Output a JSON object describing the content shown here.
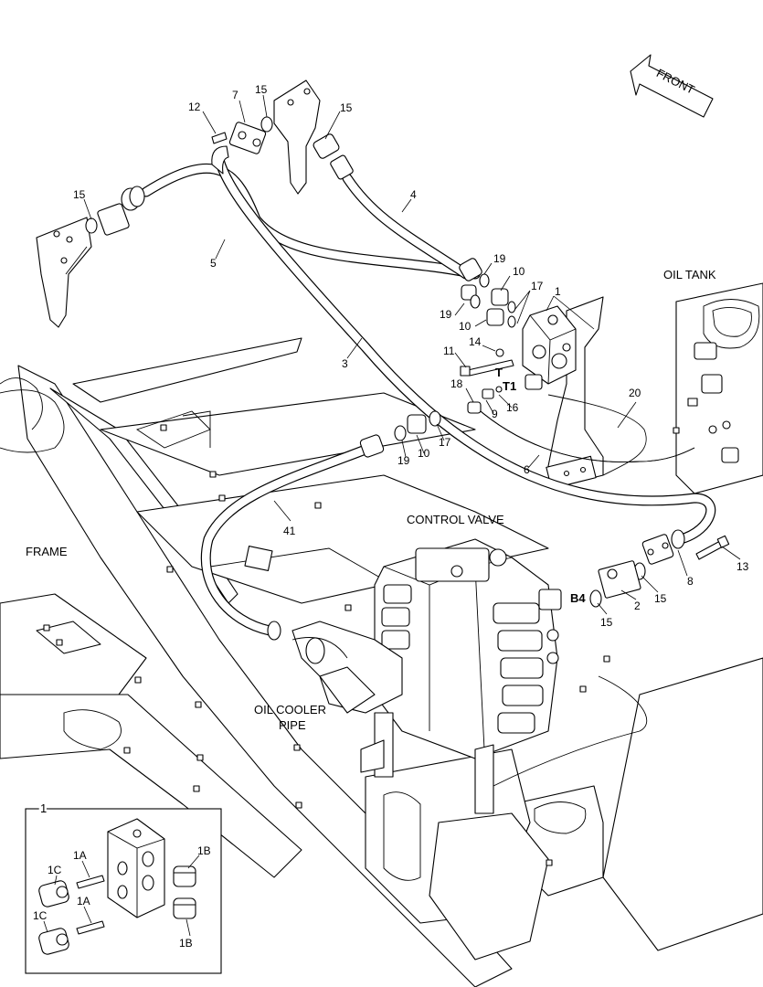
{
  "diagram": {
    "front_label": "FRONT",
    "callouts": {
      "c1": "1",
      "c2": "2",
      "c3": "3",
      "c4": "4",
      "c5": "5",
      "c6": "6",
      "c7": "7",
      "c8": "8",
      "c9": "9",
      "c10a": "10",
      "c10b": "10",
      "c10c": "10",
      "c11": "11",
      "c12": "12",
      "c13": "13",
      "c14": "14",
      "c15a": "15",
      "c15b": "15",
      "c15c": "15",
      "c15d": "15",
      "c15e": "15",
      "c16": "16",
      "c17a": "17",
      "c17b": "17",
      "c18": "18",
      "c19a": "19",
      "c19b": "19",
      "c19c": "19",
      "c20": "20",
      "c41": "41",
      "cT": "T",
      "cT1": "T1",
      "cB4": "B4"
    },
    "area_labels": {
      "oil_tank": "OIL TANK",
      "control_valve": "CONTROL VALVE",
      "frame": "FRAME",
      "oil_cooler_line1": "OIL COOLER",
      "oil_cooler_line2": "PIPE"
    },
    "inset": {
      "title": "1",
      "l1A_top": "1A",
      "l1A_bot": "1A",
      "l1B_top": "1B",
      "l1B_bot": "1B",
      "l1C_top": "1C",
      "l1C_bot": "1C"
    }
  }
}
